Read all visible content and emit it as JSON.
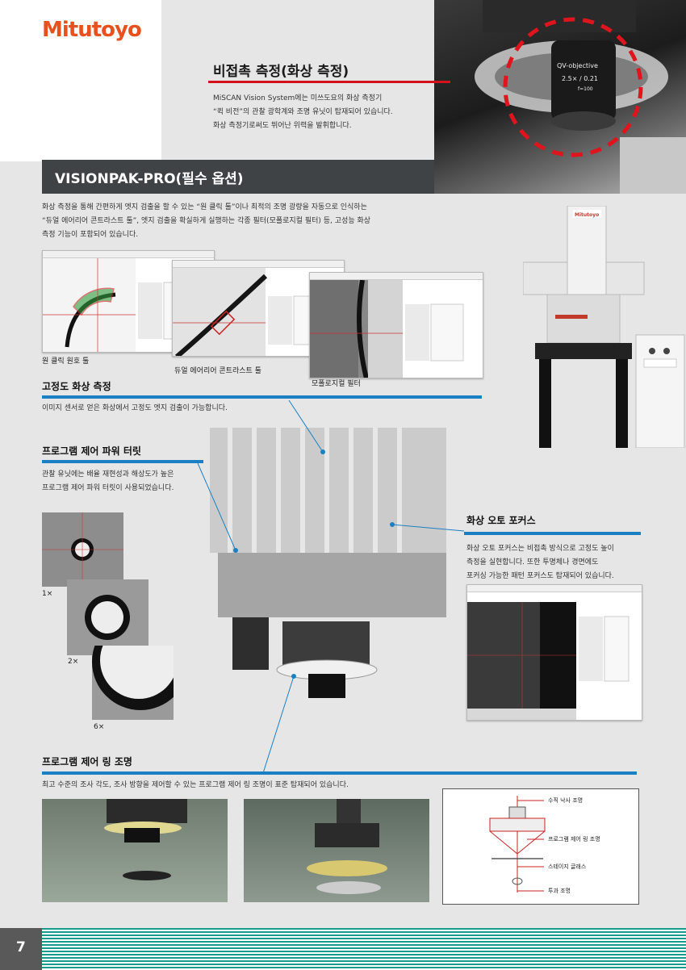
{
  "logo": "Mitutoyo",
  "hero": {
    "title": "비접촉 측정(화상 측정)",
    "lines": [
      "MiSCAN Vision System에는 미쓰도요의 화상 측정기",
      "“퀵 비전”의 관찰 광학계와 조명 유닛이 탑재되어 있습니다.",
      "화상 측정기로써도 뛰어난 위력을 발휘합니다."
    ],
    "lens_text_1": "QV-objective",
    "lens_text_2": "2.5× / 0.21",
    "lens_text_3": "f=100"
  },
  "banner": {
    "title": "VISIONPAK-PRO(필수 옵션)"
  },
  "intro": {
    "lines": [
      "화상 측정을 통해 간편하게 엣지 검출을 할 수 있는 “원 클릭 툴”이나 최적의 조명 광량을 자동으로 인식하는",
      "“듀얼 에어리어 콘트라스트 툴”, 엣지 검출을 확실하게 실행하는 각종 필터(모폴로지컬 필터) 등, 고성능 화상",
      "측정 기능이 포함되어 있습니다."
    ]
  },
  "screenshots": {
    "cap1": "원 클릭 원호 툴",
    "cap2": "듀얼 에어리어 콘트라스트 툴",
    "cap3": "모폴로지컬 필터"
  },
  "sec_fixed": {
    "title": "고정도 화상 측정",
    "text": "이미지 센서로 얻은 화상에서 고정도 엣지 검출이 가능합니다."
  },
  "sec_turret": {
    "title": "프로그램 제어 파워 터릿",
    "lines": [
      "관찰 유닛에는 배율 재현성과 해상도가 높은",
      "프로그램 제어 파워 터릿이 사용되었습니다."
    ],
    "mag": [
      "1×",
      "2×",
      "6×"
    ]
  },
  "sec_af": {
    "title": "화상 오토 포커스",
    "lines": [
      "화상 오토 포커스는 비접촉 방식으로 고정도 높이",
      "측정을 실현합니다. 또한 투명체나 경면에도",
      "포커싱 가능한 패턴 포커스도 탑재되어 있습니다."
    ]
  },
  "sec_ring": {
    "title": "프로그램 제어 링 조명",
    "text": "최고 수준의 조사 각도, 조사 방향을 제어할 수 있는 프로그램 제어 링 조명이 표준 탑재되어 있습니다."
  },
  "diagram": {
    "labels": [
      "수직 낙사 조명",
      "프로그램 제어 링 조명",
      "스테이지 글래스",
      "투과 조명"
    ]
  },
  "machine_brand": "Mitutoyo",
  "page_number": "7",
  "colors": {
    "accent": "#e8501e",
    "red": "#d3121b",
    "blue": "#1b80c3",
    "banner": "#3f4346",
    "stripe": "#169b8c"
  }
}
